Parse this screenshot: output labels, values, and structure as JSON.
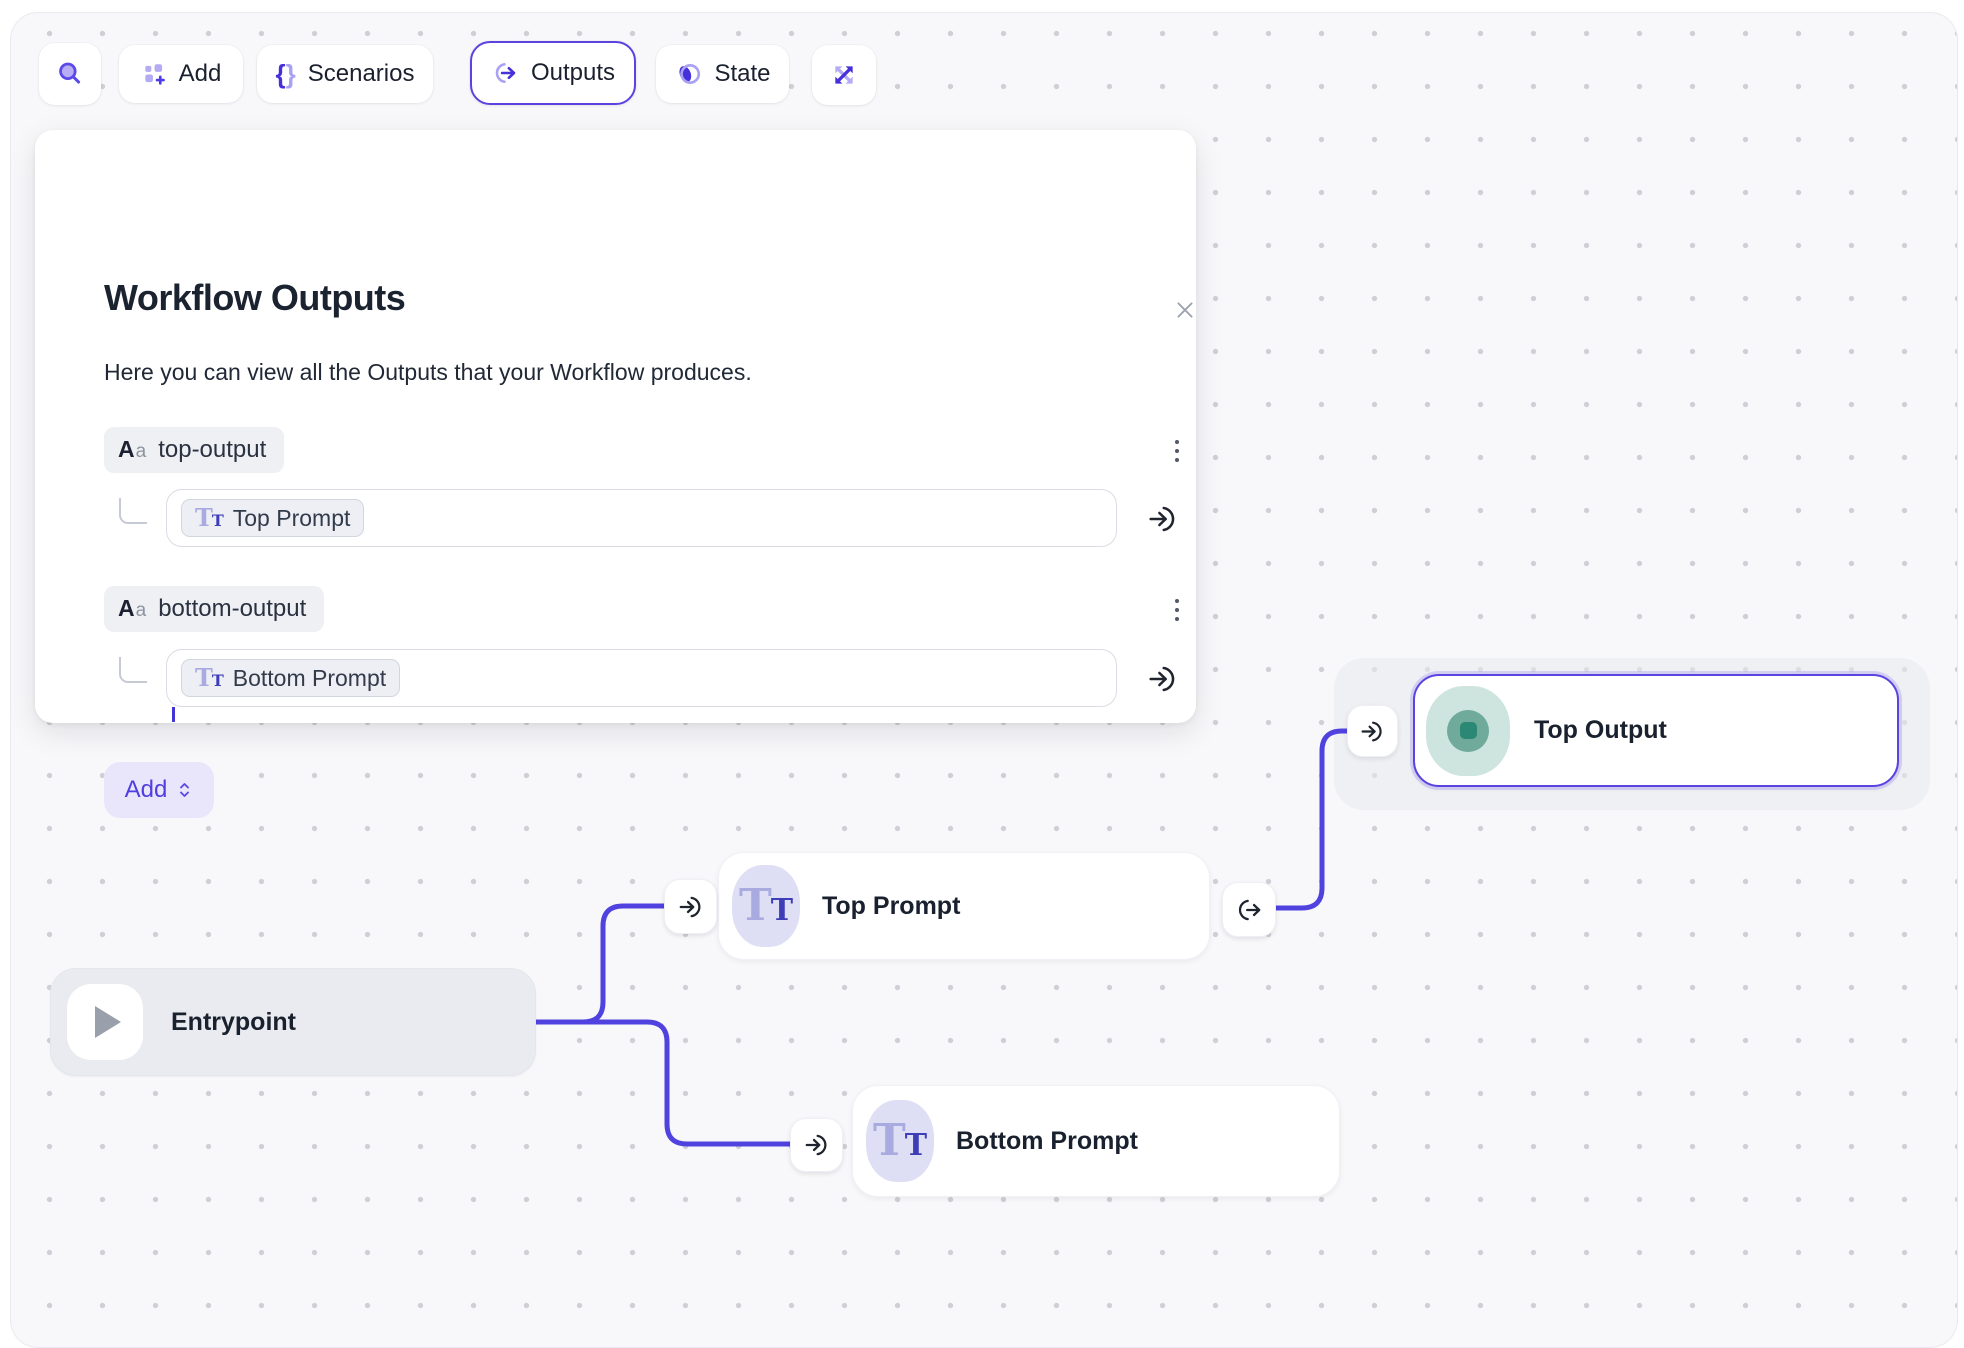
{
  "toolbar": {
    "add_label": "Add",
    "scenarios_label": "Scenarios",
    "outputs_label": "Outputs",
    "state_label": "State"
  },
  "panel": {
    "title": "Workflow Outputs",
    "subtitle": "Here you can view all the Outputs that your Workflow produces.",
    "outputs": [
      {
        "name": "top-output",
        "value_chip": "Top Prompt"
      },
      {
        "name": "bottom-output",
        "value_chip": "Bottom Prompt"
      }
    ],
    "add_label": "Add"
  },
  "canvas": {
    "nodes": [
      {
        "id": "entrypoint",
        "label": "Entrypoint",
        "type": "entrypoint"
      },
      {
        "id": "top-prompt",
        "label": "Top Prompt",
        "type": "prompt"
      },
      {
        "id": "bottom-prompt",
        "label": "Bottom Prompt",
        "type": "prompt"
      },
      {
        "id": "top-output",
        "label": "Top Output",
        "type": "output",
        "selected": true
      }
    ]
  },
  "colors": {
    "accent": "#5b43e0",
    "edge": "#4f42de",
    "teal": "#2a8874",
    "canvas_bg": "#f8f8fa",
    "dot": "#cfd0d6"
  },
  "glyphs": {
    "tt_large": "T",
    "tt_small": "T",
    "aa_large": "A",
    "aa_small": "a",
    "brace_open": "{",
    "brace_close": "}"
  }
}
